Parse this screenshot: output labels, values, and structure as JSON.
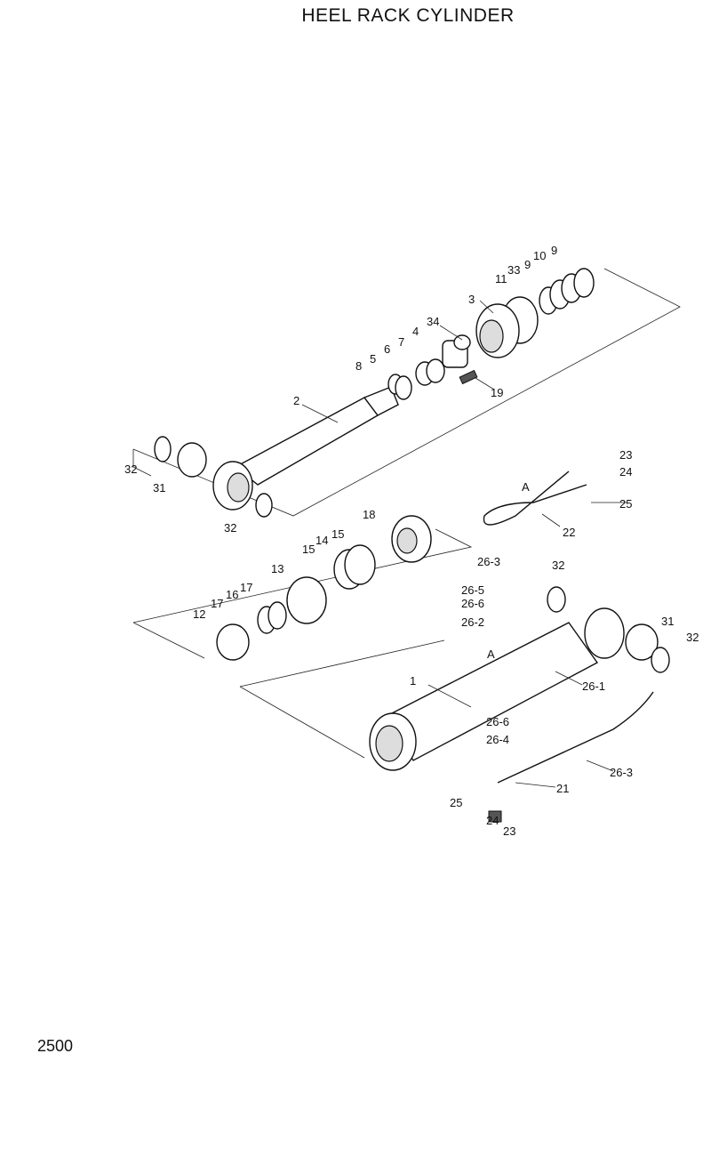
{
  "title": "HEEL RACK CYLINDER",
  "page_number": "2500",
  "callouts": {
    "c9a": "9",
    "c10": "10",
    "c9b": "9",
    "c33": "33",
    "c11": "11",
    "c3": "3",
    "c34": "34",
    "c4": "4",
    "c7": "7",
    "c6": "6",
    "c5": "5",
    "c8": "8",
    "c19": "19",
    "c2": "2",
    "c32a": "32",
    "c31a": "31",
    "c32b": "32",
    "c23a": "23",
    "c24a": "24",
    "c25a": "25",
    "cAa": "A",
    "c22": "22",
    "c18": "18",
    "c15a": "15",
    "c14": "14",
    "c15b": "15",
    "c13": "13",
    "c17a": "17",
    "c16": "16",
    "c17b": "17",
    "c12": "12",
    "c263a": "26-3",
    "c32c": "32",
    "c265": "26-5",
    "c266a": "26-6",
    "c262": "26-2",
    "c31b": "31",
    "c32d": "32",
    "cAb": "A",
    "c261": "26-1",
    "c1": "1",
    "c266b": "26-6",
    "c264": "26-4",
    "c263b": "26-3",
    "c21": "21",
    "c25b": "25",
    "c24b": "24",
    "c23b": "23"
  }
}
